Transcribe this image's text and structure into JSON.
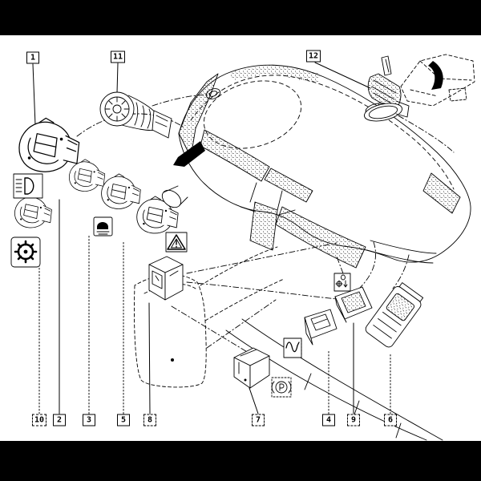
{
  "figure": {
    "description": "Exploded parts diagram of dashboard switches with numbered callouts",
    "colors": {
      "ink": "#000000",
      "paper": "#ffffff",
      "bar": "#000000"
    }
  },
  "callouts": [
    {
      "id": "c1",
      "label": "1"
    },
    {
      "id": "c11",
      "label": "11"
    },
    {
      "id": "c12",
      "label": "12"
    },
    {
      "id": "c10",
      "label": "10"
    },
    {
      "id": "c2",
      "label": "2"
    },
    {
      "id": "c3",
      "label": "3"
    },
    {
      "id": "c5",
      "label": "5"
    },
    {
      "id": "c8",
      "label": "8"
    },
    {
      "id": "c7",
      "label": "7"
    },
    {
      "id": "c4",
      "label": "4"
    },
    {
      "id": "c9",
      "label": "9"
    },
    {
      "id": "c6",
      "label": "6"
    }
  ],
  "icons": [
    {
      "name": "low-beam-headlight-icon"
    },
    {
      "name": "gear-wheel-icon"
    },
    {
      "name": "rear-fog-light-icon"
    },
    {
      "name": "hazard-triangle-icon"
    },
    {
      "name": "thumbwheel-icon"
    },
    {
      "name": "waveform-icon"
    },
    {
      "name": "parking-brake-icon"
    }
  ]
}
